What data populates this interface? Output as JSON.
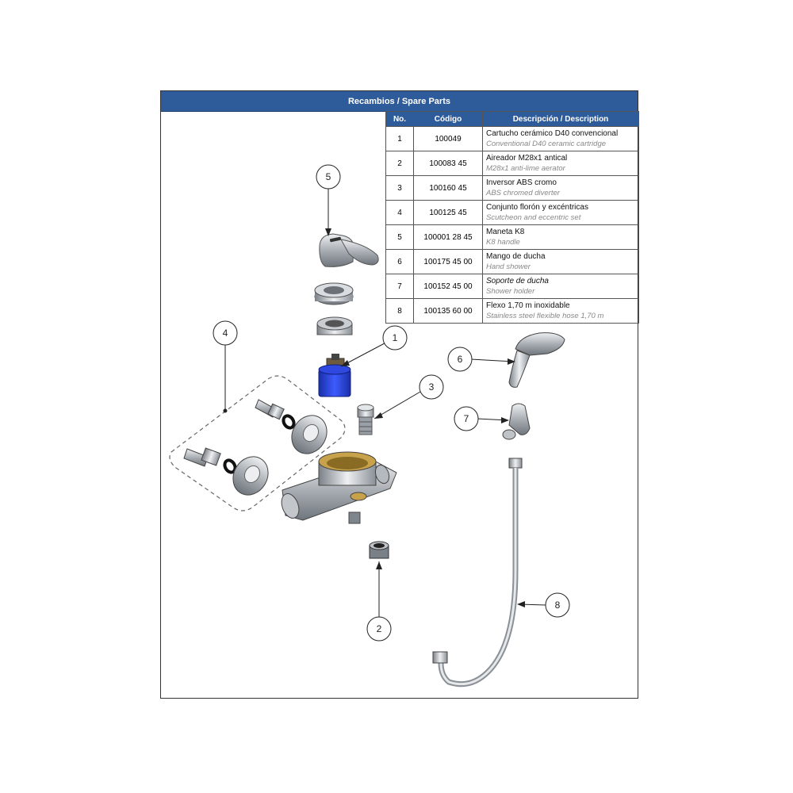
{
  "sheet": {
    "title": "Recambios / Spare Parts"
  },
  "table": {
    "headers": [
      "No.",
      "Código",
      "Descripción / Description"
    ],
    "rows": [
      {
        "no": "1",
        "code": "100049",
        "desc_es": "Cartucho cerámico D40 convencional",
        "desc_en": "Conventional D40 ceramic cartridge"
      },
      {
        "no": "2",
        "code": "100083 45",
        "desc_es": "Aireador M28x1 antical",
        "desc_en": "M28x1 anti-lime aerator"
      },
      {
        "no": "3",
        "code": "100160 45",
        "desc_es": "Inversor ABS cromo",
        "desc_en": "ABS chromed diverter"
      },
      {
        "no": "4",
        "code": "100125 45",
        "desc_es": "Conjunto florón y excéntricas",
        "desc_en": "Scutcheon and eccentric set"
      },
      {
        "no": "5",
        "code": "100001 28 45",
        "desc_es": "Maneta K8",
        "desc_en": "K8 handle"
      },
      {
        "no": "6",
        "code": "100175 45 00",
        "desc_es": "Mango de ducha",
        "desc_en": "Hand shower"
      },
      {
        "no": "7",
        "code": "100152 45 00",
        "desc_es": "Soporte de ducha",
        "desc_en": "Shower holder"
      },
      {
        "no": "8",
        "code": "100135 60 00",
        "desc_es": "Flexo 1,70 m inoxidable",
        "desc_en": "Stainless steel flexible hose 1,70 m"
      }
    ]
  },
  "callouts": [
    "1",
    "2",
    "3",
    "4",
    "5",
    "6",
    "7",
    "8"
  ],
  "colors": {
    "header_blue": "#2e5b9a",
    "cartridge_blue": "#1f3fd0",
    "chrome": "#b9bec4",
    "brass": "#c8a24a"
  }
}
